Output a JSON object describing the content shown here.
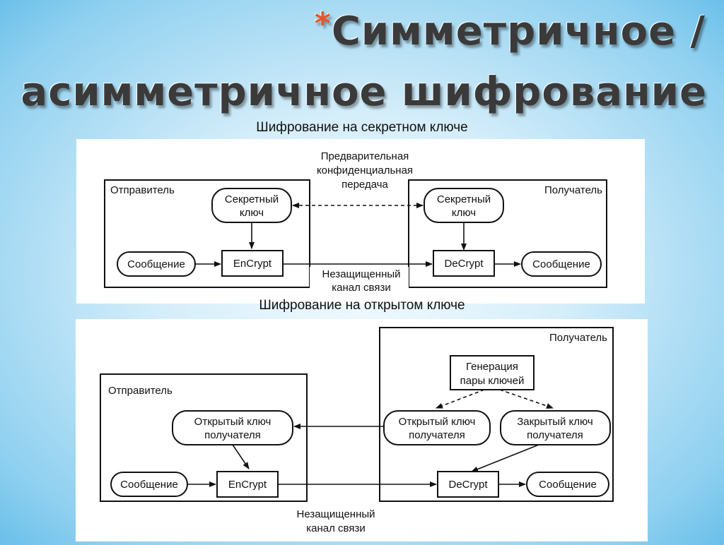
{
  "title": {
    "bullet": "*",
    "line1": "Симметричное /",
    "line2": "асимметричное шифрование"
  },
  "symmetric": {
    "caption": "Шифрование на секретном ключе",
    "pre_transfer_1": "Предварительная",
    "pre_transfer_2": "конфиденциальная",
    "pre_transfer_3": "передача",
    "sender": "Отправитель",
    "receiver": "Получатель",
    "sender_key_1": "Секретный",
    "sender_key_2": "ключ",
    "receiver_key_1": "Секретный",
    "receiver_key_2": "ключ",
    "message_in": "Сообщение",
    "encrypt": "EnCrypt",
    "decrypt": "DeCrypt",
    "message_out": "Сообщение",
    "channel_1": "Незащищенный",
    "channel_2": "канал связи"
  },
  "asymmetric": {
    "caption": "Шифрование на открытом ключе",
    "sender": "Отправитель",
    "receiver": "Получатель",
    "keygen_1": "Генерация",
    "keygen_2": "пары ключей",
    "sender_pubkey_1": "Открытый ключ",
    "sender_pubkey_2": "получателя",
    "receiver_pubkey_1": "Открытый ключ",
    "receiver_pubkey_2": "получателя",
    "privkey_1": "Закрытый ключ",
    "privkey_2": "получателя",
    "message_in": "Сообщение",
    "encrypt": "EnCrypt",
    "decrypt": "DeCrypt",
    "message_out": "Сообщение",
    "channel_1": "Незащищенный",
    "channel_2": "канал связи"
  }
}
